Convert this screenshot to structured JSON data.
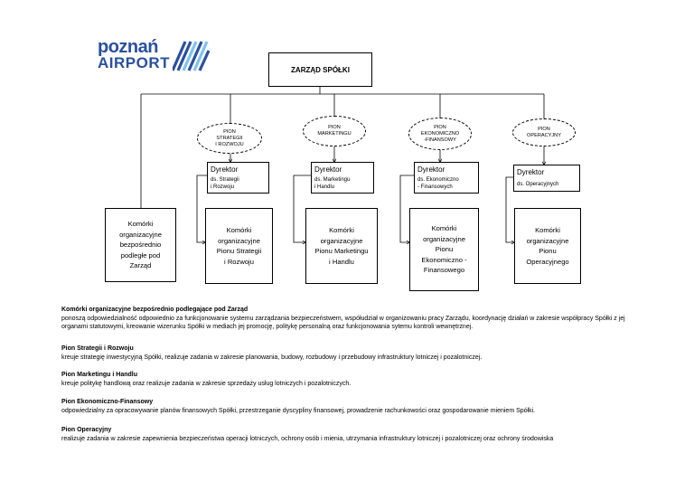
{
  "logo": {
    "text_line1": "poznań",
    "text_line2": "airport",
    "brand_color": "#2a4fa0",
    "accent_color": "#7fc4ee"
  },
  "top_box": {
    "label": "ZARZĄD SPÓŁKI"
  },
  "pillars": [
    {
      "ellipse": "PION\nSTRATEGII\nI ROZWOJU",
      "director": "Dyrektor",
      "director_sub": "ds. Strategii\ni Rozwoju",
      "unit": "Komórki\norganizacyjne\nPionu Strategii\ni Rozwoju"
    },
    {
      "ellipse": "PION\nMARKETINGU",
      "director": "Dyrektor",
      "director_sub": "ds. Marketingu\ni Handlu",
      "unit": "Komórki\norganizacyjne\nPionu Marketingu\ni Handlu"
    },
    {
      "ellipse": "PION\nEKONOMICZNO\n-FINANSOWY",
      "director": "Dyrektor",
      "director_sub": "ds. Ekonomiczno\n- Finansowych",
      "unit": "Komórki\norganizacyjne\nPionu\nEkonomiczno -\nFinansowego"
    },
    {
      "ellipse": "PION\nOPERACYJNY",
      "director": "Dyrektor",
      "director_sub": "ds.  Operacyjnych",
      "unit": "Komórki\norganizacyjne\nPionu\nOperacyjnego"
    }
  ],
  "left_unit": {
    "label": "Komórki\norganizacyjne\nbezpośrednio\npodległe pod\nZarząd"
  },
  "descriptions": [
    {
      "heading": "Komórki organizacyjne bezpośrednio podlegające pod Zarząd",
      "body": "ponoszą odpowiedzialność odpowiednio za funkcjonowanie systemu zarządzania bezpieczeństwem, współudział w organizowaniu pracy Zarządu,  koordynację działań w zakresie współpracy Spółki z jej organami statutowymi, kreowanie wizerunku Spółki w mediach jej promocję, politykę personalną oraz funkcjonowania sytemu kontroli wewnętrznej."
    },
    {
      "heading": "Pion Strategii i Rozwoju",
      "body": "kreuje strategię inwestycyjną Spółki, realizuje zadania   w zakresie planowania, budowy, rozbudowy i przebudowy infrastruktury lotniczej i pozalotniczej."
    },
    {
      "heading": "Pion Marketingu i Handlu",
      "body": "kreuje politykę handlową oraz realizuje zadania w zakresie sprzedaży usług lotniczych i pozalotniczych."
    },
    {
      "heading": "Pion Ekonomiczno-Finansowy",
      "body": "odpowiedzialny za opracowywanie planów finansowych Spółki, przestrzeganie dyscypliny finansowej, prowadzenie rachunkowości oraz gospodarowanie mieniem Spółki."
    },
    {
      "heading": "Pion Operacyjny",
      "body": "realizuje zadania w zakresie  zapewnienia bezpieczeństwa operacji lotniczych, ochrony osób i mienia,  utrzymania infrastruktury lotniczej i pozalotniczej  oraz ochrony środowiska"
    }
  ]
}
